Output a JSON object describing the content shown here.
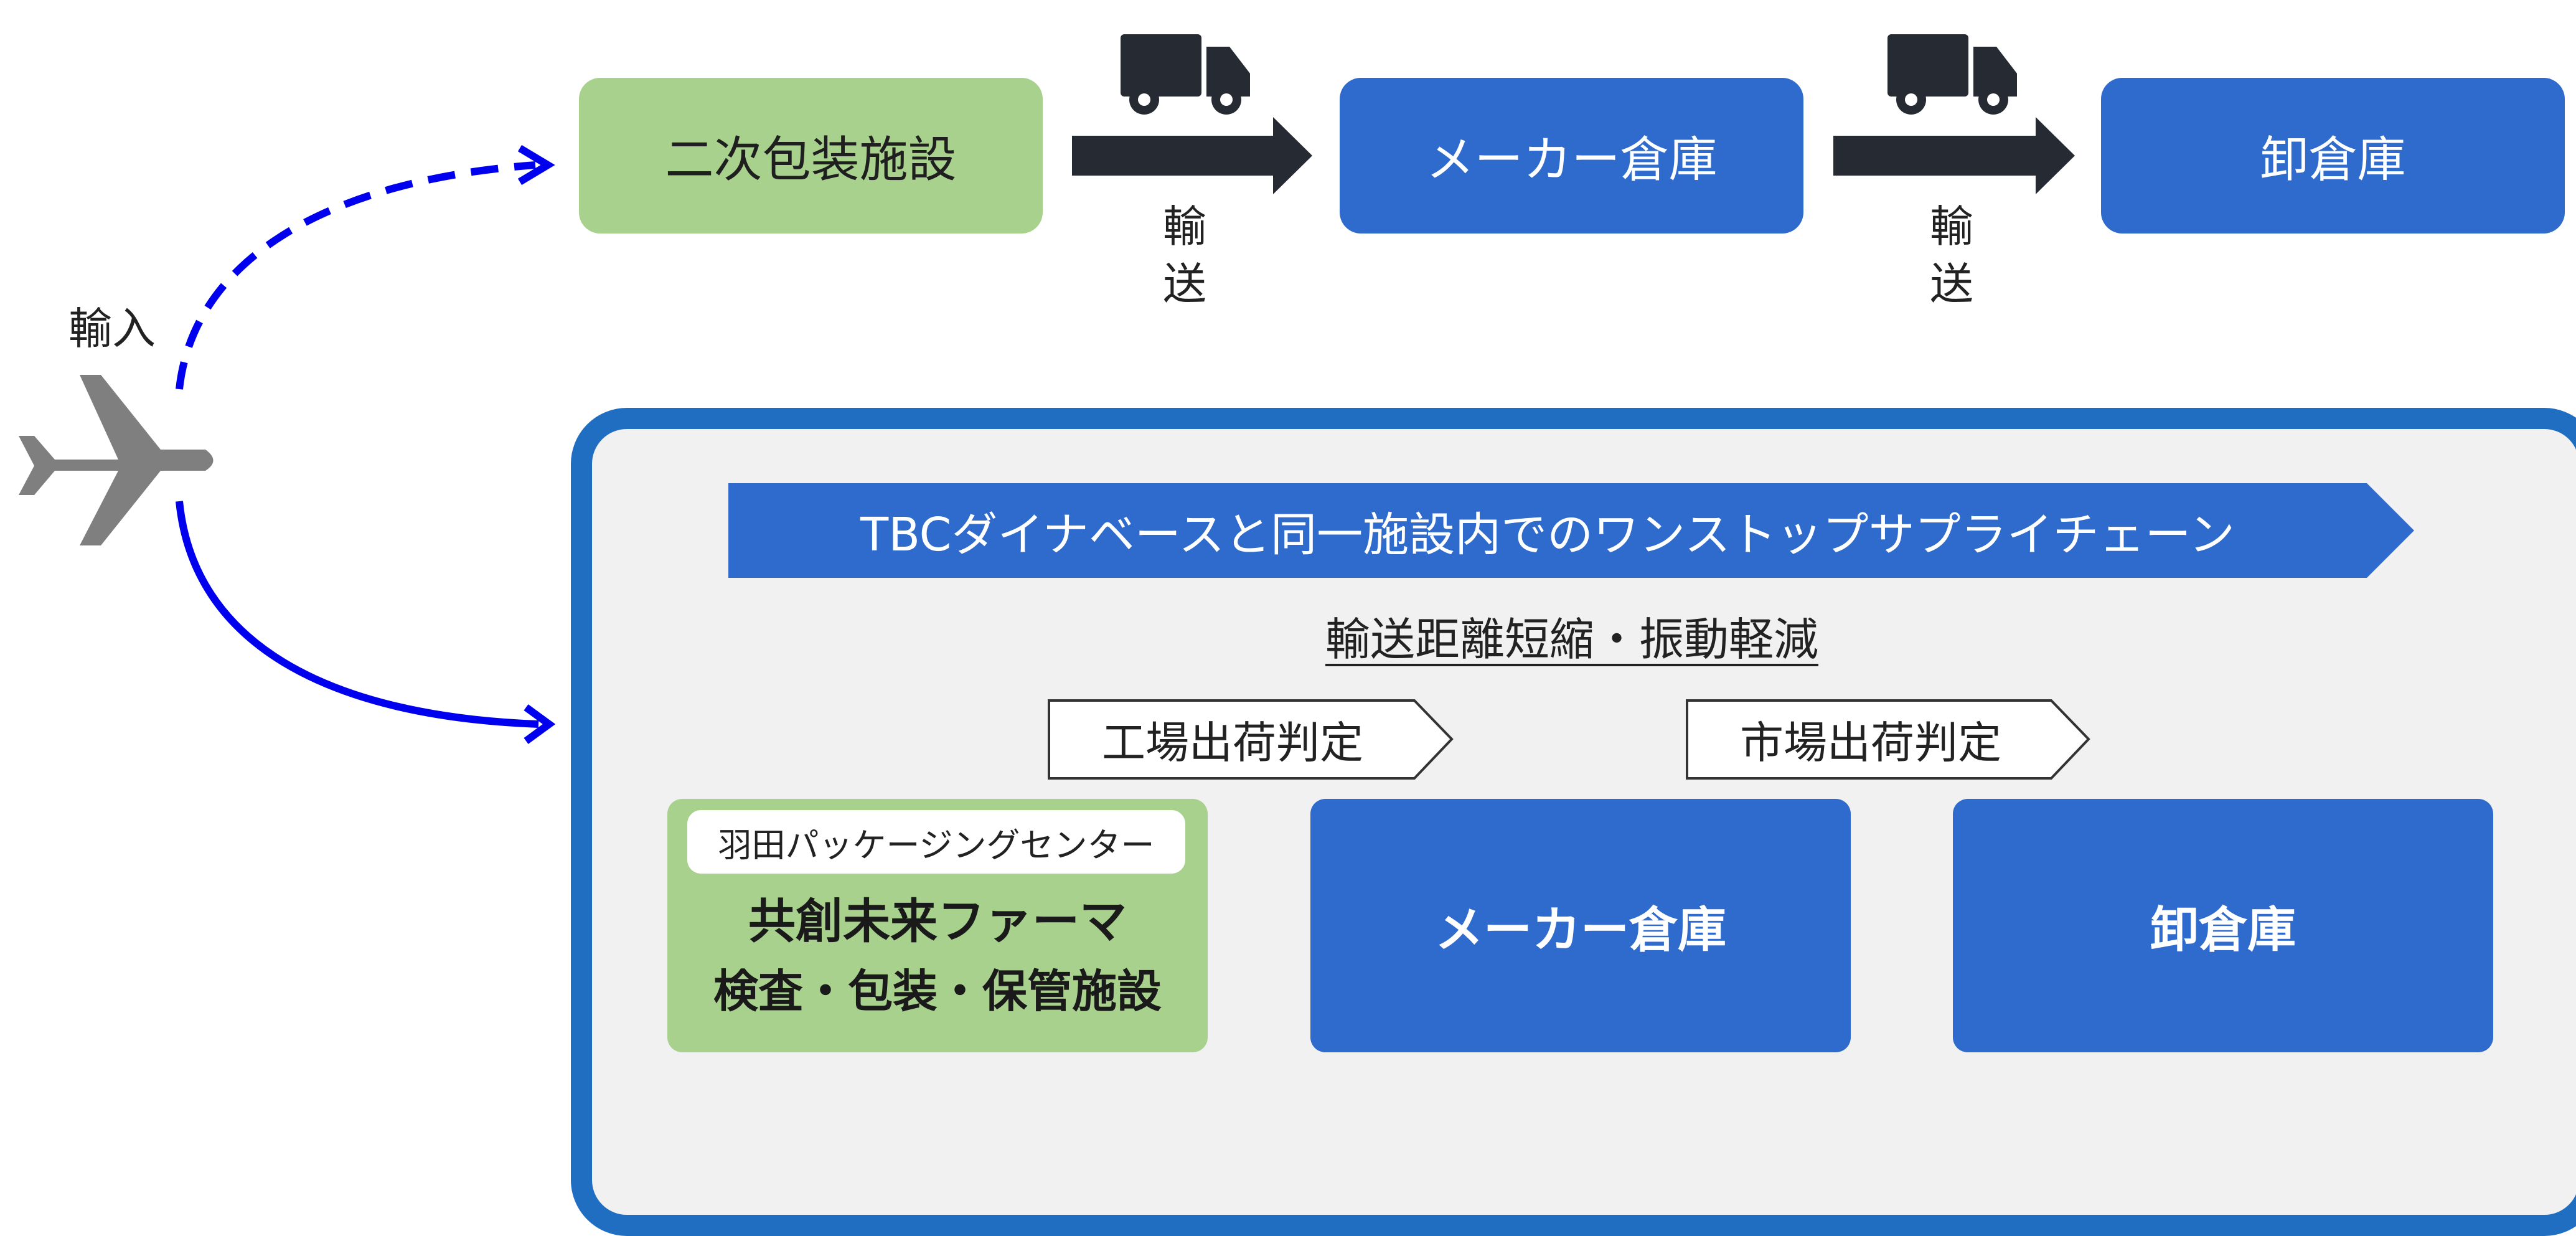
{
  "import_label": "輸入",
  "top_flow": {
    "secondary_packaging": "二次包装施設",
    "maker_warehouse": "メーカー倉庫",
    "wholesale_warehouse": "卸倉庫",
    "transport_label_1": [
      "輸",
      "送"
    ],
    "transport_label_2": [
      "輸",
      "送"
    ]
  },
  "bottom_flow": {
    "banner": "TBCダイナベースと同一施設内でのワンストップサプライチェーン",
    "subtitle": "輸送距離短縮・振動軽減",
    "step_factory": "工場出荷判定",
    "step_market": "市場出荷判定",
    "center_tag": "羽田パッケージングセンター",
    "center_name": "共創未来ファーマ",
    "center_desc": "検査・包装・保管施設",
    "maker_warehouse": "メーカー倉庫",
    "wholesale_warehouse": "卸倉庫"
  },
  "colors": {
    "green_box": "#a9d18e",
    "blue_box": "#2f6bcc",
    "frame": "#1f6ec1",
    "dashed_arrow": "#0000ee",
    "solid_arrow": "#0000ee",
    "block_arrow": "#252a33",
    "airplane": "#7f7f7f"
  },
  "icons": [
    "airplane-icon",
    "truck-icon",
    "truck-icon"
  ]
}
